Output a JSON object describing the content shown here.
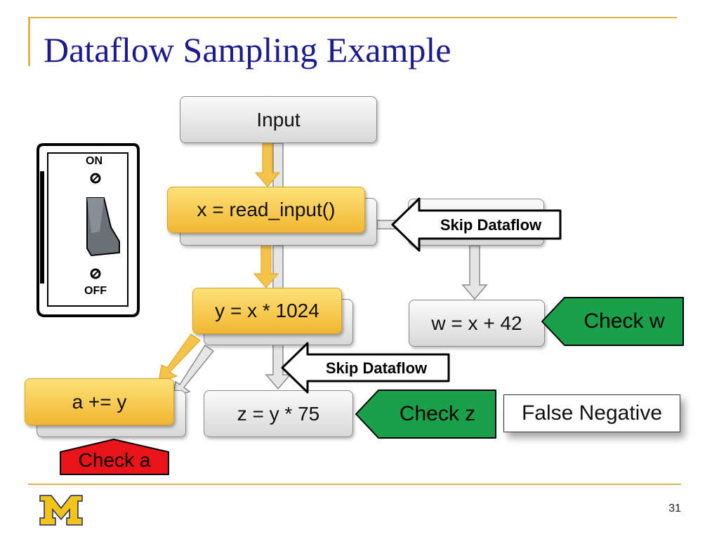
{
  "slide": {
    "title": "Dataflow Sampling Example",
    "page_number": "31"
  },
  "switch": {
    "on_label": "ON",
    "off_label": "OFF"
  },
  "nodes": {
    "input": "Input",
    "x_assign": "x = read_input()",
    "y_assign": "y = x * 1024",
    "w_assign": "w = x + 42",
    "z_assign": "z = y * 75",
    "a_assign": "a += y"
  },
  "callouts": {
    "skip_dataflow_1": "Skip Dataflow",
    "skip_dataflow_2": "Skip Dataflow",
    "check_w": "Check w",
    "check_z": "Check z",
    "check_a": "Check a",
    "false_negative": "False Negative"
  },
  "colors": {
    "title": "#1b1b8e",
    "rule": "#d9b44a",
    "node_gold": "#f5c24a",
    "check_green": "#1aa04a",
    "check_red": "#e8141a",
    "logo_maize": "#f2c318"
  },
  "logo": {
    "text": "M"
  }
}
